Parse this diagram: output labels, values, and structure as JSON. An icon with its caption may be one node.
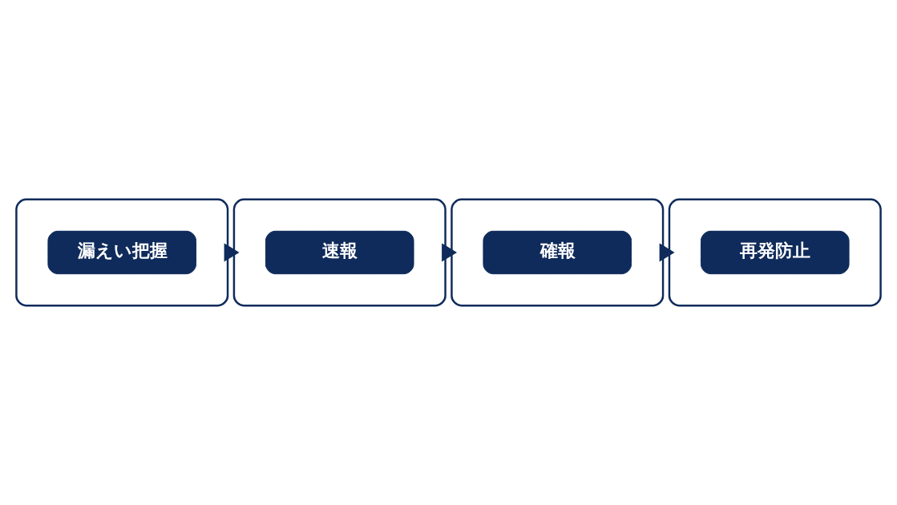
{
  "diagram": {
    "nodes": [
      {
        "text": [],
        "shape": "box"
      },
      {
        "text": [
          "漏えい把握"
        ],
        "in": 0
      },
      {
        "text": [],
        "shape": "box"
      },
      {
        "text": [
          "速報"
        ],
        "in": 2
      },
      {
        "text": [],
        "shape": "box"
      },
      {
        "text": [
          "確報"
        ],
        "in": 4
      },
      {
        "text": [],
        "shape": "box"
      },
      {
        "text": [
          "再発防止"
        ],
        "in": 6
      }
    ],
    "edges": [
      {
        "from": 0,
        "to": 2,
        "arrow": "to"
      },
      {
        "from": 2,
        "to": 4,
        "arrow": "to"
      },
      {
        "from": 4,
        "to": 6,
        "arrow": "to"
      }
    ]
  }
}
